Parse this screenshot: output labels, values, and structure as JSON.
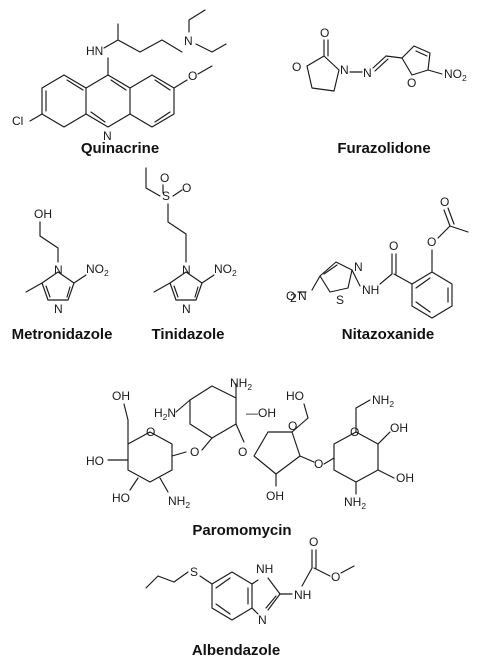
{
  "compounds": [
    {
      "name": "Quinacrine"
    },
    {
      "name": "Furazolidone"
    },
    {
      "name": "Metronidazole"
    },
    {
      "name": "Tinidazole"
    },
    {
      "name": "Nitazoxanide"
    },
    {
      "name": "Paromomycin"
    },
    {
      "name": "Albendazole"
    }
  ],
  "atoms": {
    "N": "N",
    "O": "O",
    "S": "S",
    "Cl": "Cl",
    "HN": "HN",
    "NH": "NH",
    "H": "H",
    "N2": "2",
    "OH": "OH",
    "HO": "HO",
    "NO": "NO",
    "two": "2",
    "NH2": "NH",
    "H2N": "H"
  }
}
